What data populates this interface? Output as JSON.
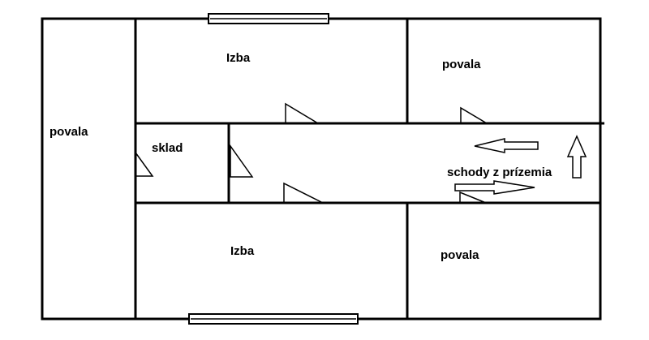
{
  "colors": {
    "wall": "#000000",
    "background": "#ffffff"
  },
  "labels": {
    "attic_left": "povala",
    "room_top": "Izba",
    "attic_top_right": "povala",
    "storage": "sklad",
    "stairs": "schody z prízemia",
    "room_bottom": "Izba",
    "attic_bottom_right": "povala"
  },
  "icons": {
    "door": "door-swing-triangle",
    "window": "window-double-line",
    "arrow": "stair-direction-arrow"
  }
}
